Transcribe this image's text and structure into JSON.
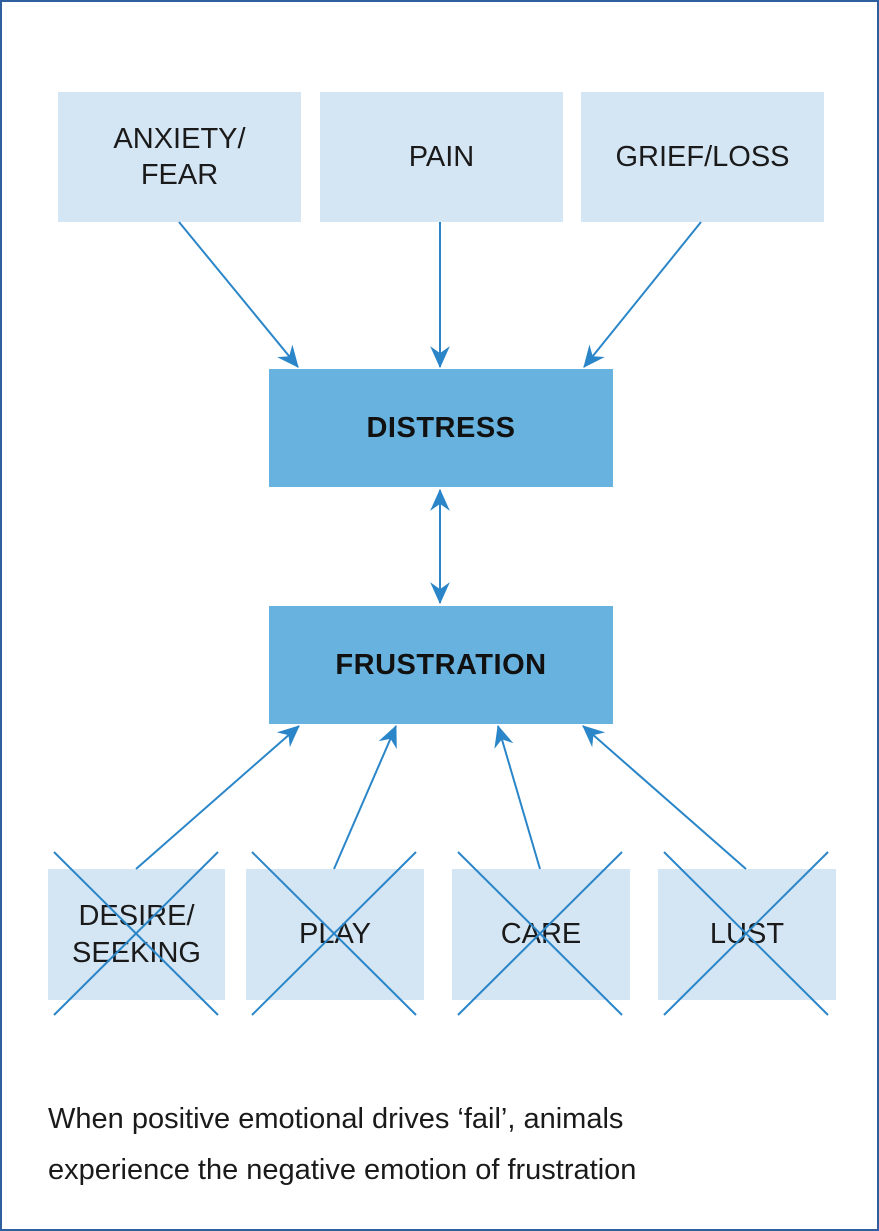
{
  "diagram": {
    "causes": [
      {
        "id": "anxiety",
        "label": "ANXIETY/\nFEAR"
      },
      {
        "id": "pain",
        "label": "PAIN"
      },
      {
        "id": "grief",
        "label": "GRIEF/LOSS"
      }
    ],
    "distress": {
      "label": "DISTRESS"
    },
    "frustration": {
      "label": "FRUSTRATION"
    },
    "drives": [
      {
        "id": "seeking",
        "label": "DESIRE/\nSEEKING",
        "crossed_out": true
      },
      {
        "id": "play",
        "label": "PLAY",
        "crossed_out": true
      },
      {
        "id": "care",
        "label": "CARE",
        "crossed_out": true
      },
      {
        "id": "lust",
        "label": "LUST",
        "crossed_out": true
      }
    ],
    "caption": "When positive emotional drives ‘fail’, animals\nexperience the negative emotion of frustration"
  },
  "colors": {
    "light_box": "#d4e5f4",
    "dark_box": "#67b2de",
    "arrow": "#2a86c8",
    "border": "#2f5f9e"
  }
}
